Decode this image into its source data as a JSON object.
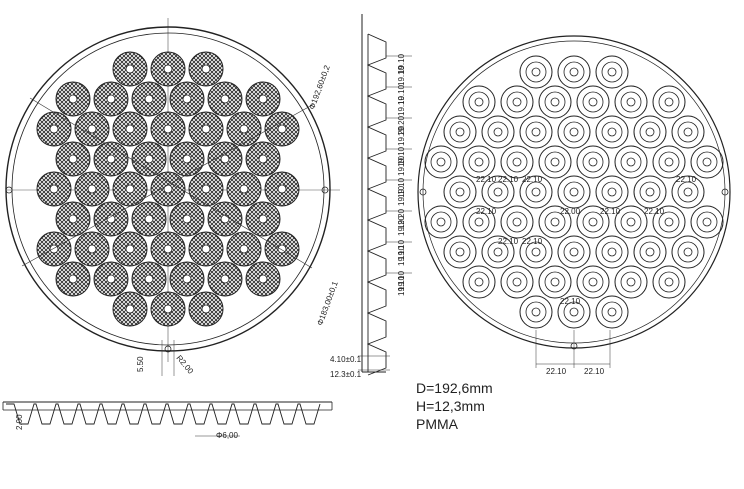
{
  "front_view": {
    "outer_diameter_label": "Φ192,60±0,2",
    "bolt_circle_label": "Φ183,00±0,1",
    "tab_width_label": "5.50",
    "tab_radius_label": "R2.00"
  },
  "side_view": {
    "height_label": "2.00",
    "lens_diameter_label": "Φ6,00"
  },
  "section_view": {
    "pitch_labels": [
      "19.10",
      "19.10",
      "19.20",
      "19.10",
      "19.10",
      "19.20",
      "19.10",
      "19.10"
    ],
    "step_label": "4.10±0.1",
    "total_height_label": "12.3±0.1"
  },
  "right_view": {
    "row_pitch_labels": [
      "19.10",
      "19.10",
      "19.20",
      "19.10",
      "19.10",
      "19.20",
      "19.10",
      "19.10"
    ],
    "col_pitch_labels": [
      "22.10",
      "22.10",
      "22.10",
      "22.00",
      "22.10",
      "22.10",
      "22.10",
      "22.10",
      "22.10",
      "22.10",
      "22.10"
    ],
    "bottom_pitch_labels": [
      "22.10",
      "22.10"
    ]
  },
  "specs": {
    "diameter": "D=192,6mm",
    "height": "H=12,3mm",
    "material": "PMMA"
  }
}
